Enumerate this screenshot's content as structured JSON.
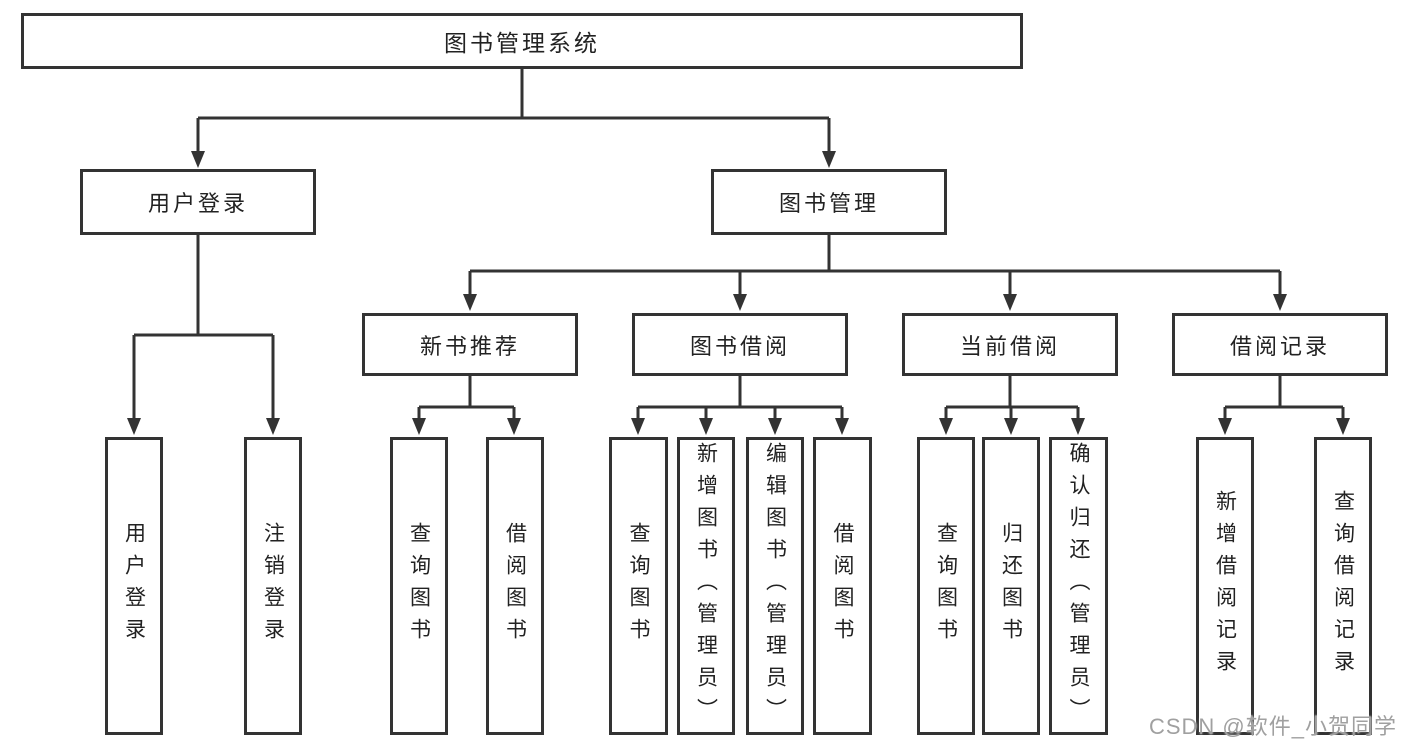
{
  "tree": {
    "label": "图书管理系统",
    "children": [
      {
        "label": "用户登录",
        "children": [
          {
            "label": "用户登录"
          },
          {
            "label": "注销登录"
          }
        ]
      },
      {
        "label": "图书管理",
        "children": [
          {
            "label": "新书推荐",
            "children": [
              {
                "label": "查询图书"
              },
              {
                "label": "借阅图书"
              }
            ]
          },
          {
            "label": "图书借阅",
            "children": [
              {
                "label": "查询图书"
              },
              {
                "label": "新增图书（管理员）"
              },
              {
                "label": "编辑图书（管理员）"
              },
              {
                "label": "借阅图书"
              }
            ]
          },
          {
            "label": "当前借阅",
            "children": [
              {
                "label": "查询图书"
              },
              {
                "label": "归还图书"
              },
              {
                "label": "确认归还（管理员）"
              }
            ]
          },
          {
            "label": "借阅记录",
            "children": [
              {
                "label": "新增借阅记录"
              },
              {
                "label": "查询借阅记录"
              }
            ]
          }
        ]
      }
    ]
  },
  "watermark": {
    "text": "CSDN @软件_小贺同学"
  },
  "colors": {
    "line": "#333333",
    "box_border": "#333333",
    "box_fill": "#ffffff",
    "text": "#222222",
    "watermark": "#a0a0a0",
    "background": "#ffffff"
  }
}
